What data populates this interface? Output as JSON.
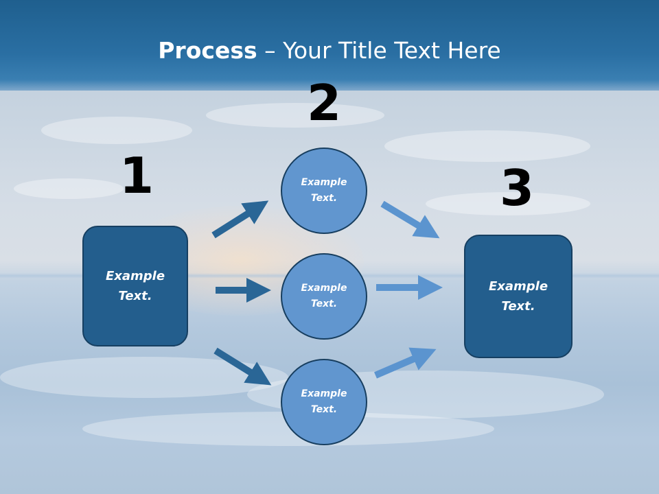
{
  "slide": {
    "title_bold": "Process",
    "title_rest": " – Your Title Text Here",
    "colors": {
      "header": "#2a6fa3",
      "box_fill": "#235e8d",
      "circle_fill": "#6196cf",
      "arrow_dark": "#2a6696",
      "arrow_light": "#5b94cf"
    }
  },
  "steps": [
    {
      "number": "1",
      "text": "Example\nText."
    },
    {
      "number": "2",
      "items": [
        "Example\nText.",
        "Example\nText.",
        "Example\nText."
      ]
    },
    {
      "number": "3",
      "text": "Example\nText."
    }
  ],
  "icons": {
    "arrow_in": "arrow-right-icon",
    "arrow_out": "arrow-right-icon"
  }
}
